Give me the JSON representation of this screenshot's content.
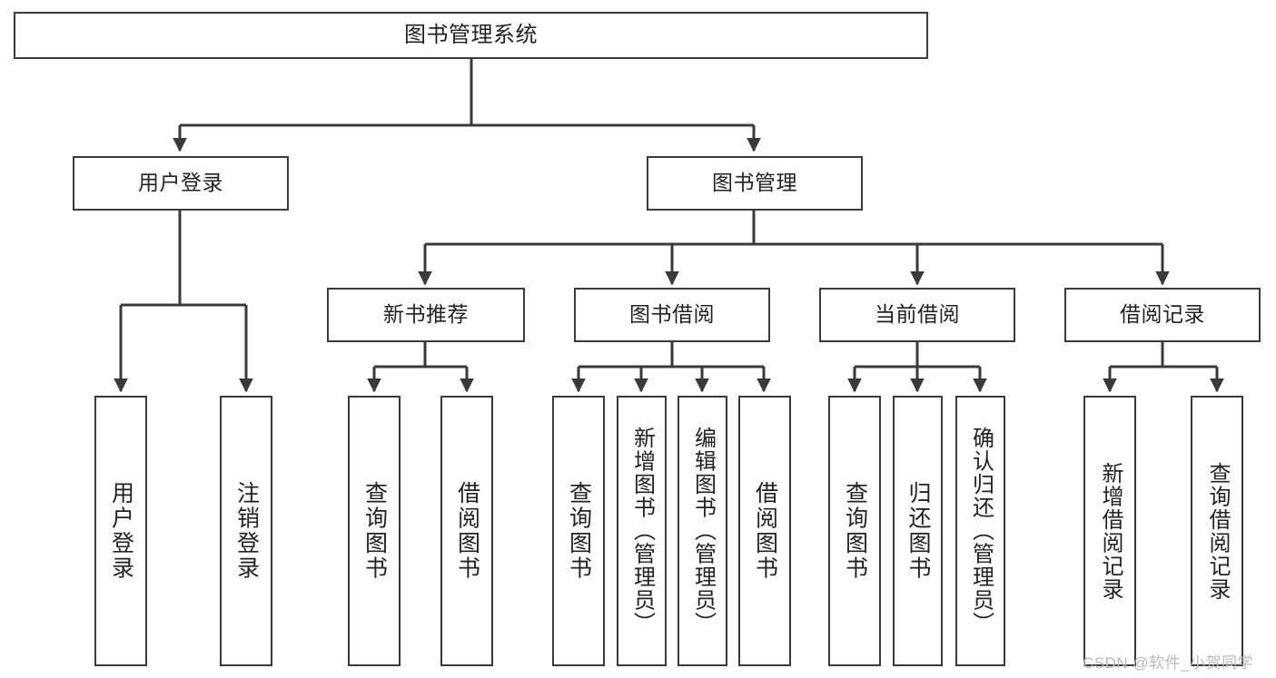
{
  "diagram": {
    "title": "图书管理系统",
    "type": "tree-hierarchy-chart",
    "watermark": "CSDN @软件_小贺同学",
    "colors": {
      "background": "#ffffff",
      "node_border": "#3a3a3a",
      "node_fill": "#ffffff",
      "edge": "#3a3a3a",
      "text": "#222222",
      "watermark": "#b9b9b9"
    }
  },
  "nodes": {
    "root": {
      "label": "图书管理系统"
    },
    "level1": [
      {
        "id": "user-login",
        "label": "用户登录"
      },
      {
        "id": "book-manage",
        "label": "图书管理"
      }
    ],
    "level2": [
      {
        "id": "new-book-recommend",
        "label": "新书推荐"
      },
      {
        "id": "book-borrow",
        "label": "图书借阅"
      },
      {
        "id": "current-borrow",
        "label": "当前借阅"
      },
      {
        "id": "borrow-record",
        "label": "借阅记录"
      }
    ],
    "leaves": {
      "user-login": [
        {
          "id": "leaf-user-login",
          "label": "用户登录"
        },
        {
          "id": "leaf-user-logout",
          "label": "注销登录"
        }
      ],
      "new-book-recommend": [
        {
          "id": "leaf-query-book-1",
          "label": "查询图书"
        },
        {
          "id": "leaf-borrow-book-1",
          "label": "借阅图书"
        }
      ],
      "book-borrow": [
        {
          "id": "leaf-query-book-2",
          "label": "查询图书"
        },
        {
          "id": "leaf-add-book",
          "label": "新增图书（管理员）"
        },
        {
          "id": "leaf-edit-book",
          "label": "编辑图书（管理员）"
        },
        {
          "id": "leaf-borrow-book-2",
          "label": "借阅图书"
        }
      ],
      "current-borrow": [
        {
          "id": "leaf-query-book-3",
          "label": "查询图书"
        },
        {
          "id": "leaf-return-book",
          "label": "归还图书"
        },
        {
          "id": "leaf-confirm-return",
          "label": "确认归还（管理员）"
        }
      ],
      "borrow-record": [
        {
          "id": "leaf-add-record",
          "label": "新增借阅记录"
        },
        {
          "id": "leaf-query-record",
          "label": "查询借阅记录"
        }
      ]
    }
  }
}
